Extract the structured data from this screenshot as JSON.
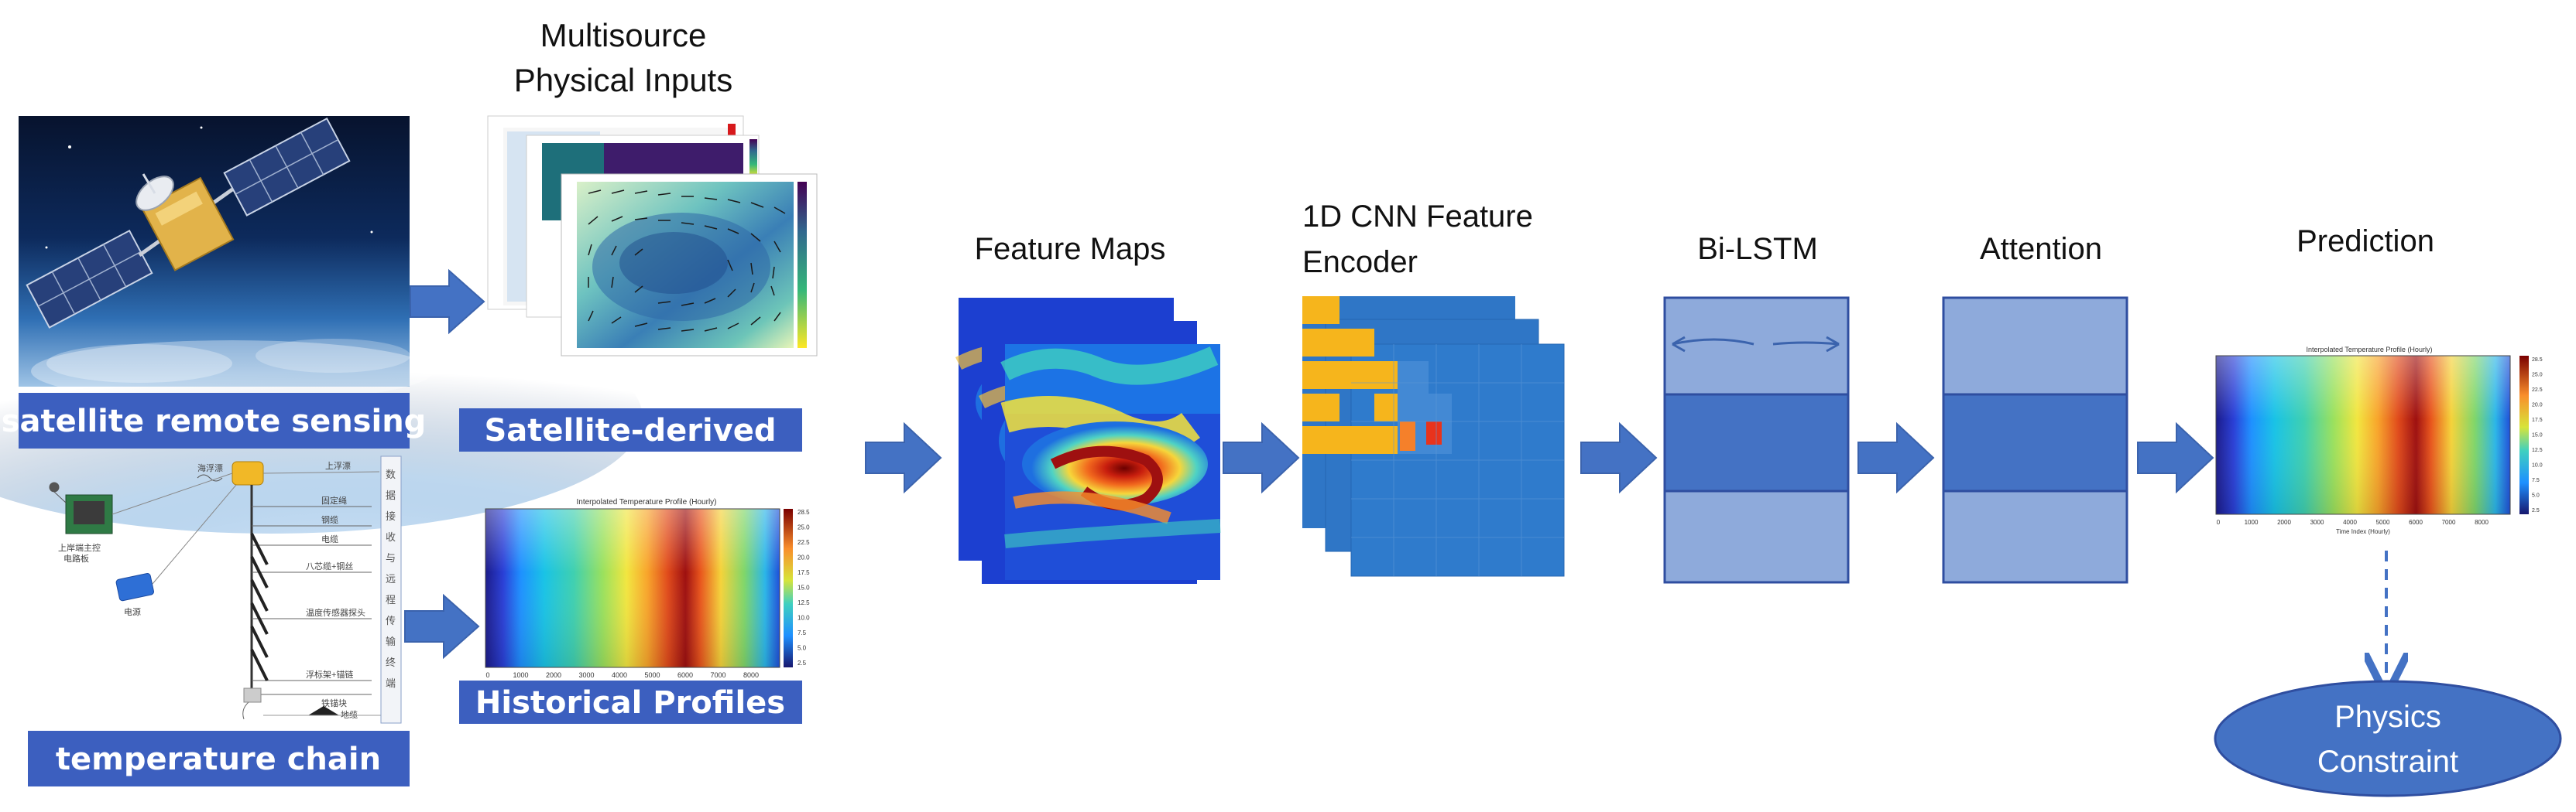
{
  "labels": {
    "satellite": "satellite remote sensing",
    "chain": "temperature chain",
    "multisource_line1": "Multisource",
    "multisource_line2": "Physical Inputs",
    "satellite_derived": "Satellite-derived",
    "historical": "Historical Profiles",
    "feature_maps": "Feature Maps",
    "cnn_line1": "1D CNN Feature",
    "cnn_line2": "Encoder",
    "bilstm": "Bi-LSTM",
    "attention": "Attention",
    "prediction": "Prediction",
    "physics_line1": "Physics",
    "physics_line2": "Constraint"
  },
  "heatmap": {
    "title": "Interpolated Temperature Profile (Hourly)",
    "xlabel": "Time Index (Hourly)",
    "x_ticks": [
      "0",
      "1000",
      "2000",
      "3000",
      "4000",
      "5000",
      "6000",
      "7000",
      "8000"
    ],
    "colorbar_ticks": [
      "28.5",
      "25.0",
      "22.5",
      "20.0",
      "17.5",
      "15.0",
      "12.5",
      "10.0",
      "7.5",
      "5.0",
      "2.5"
    ]
  },
  "colors": {
    "box_fill": "#3c5fbf",
    "box_stroke": "#2f4ea0",
    "arrow": "#4472c4",
    "lstm_light": "#8eaadb",
    "lstm_dark": "#4472c4",
    "ellipse": "#4472c4"
  }
}
